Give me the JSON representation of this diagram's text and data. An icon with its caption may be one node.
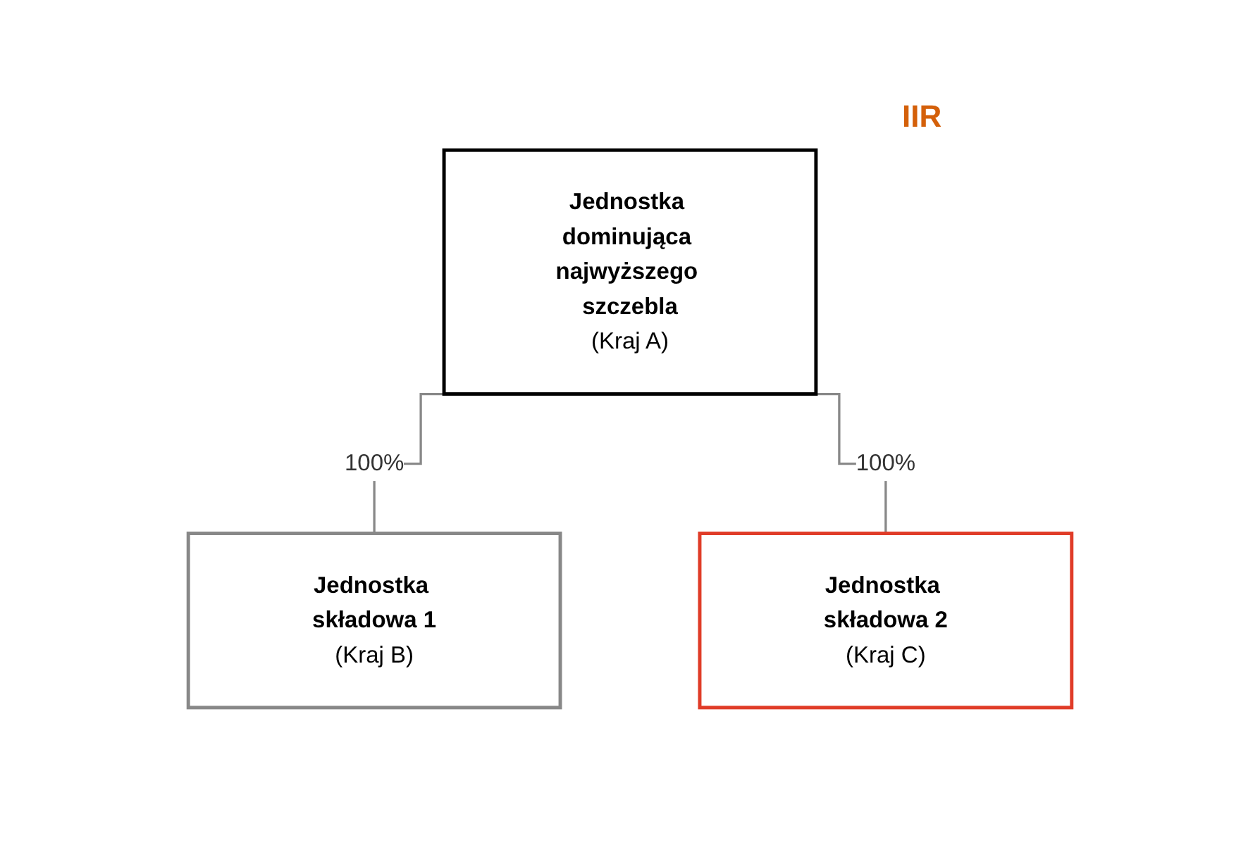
{
  "diagram": {
    "nodes": [
      {
        "text": [
          "Jednostka dominująca najwyższego szczebla",
          "(Kraj A)"
        ],
        "beside": [
          "IIR"
        ]
      },
      {
        "text": [
          "Jednostka składowa 1",
          "(Kraj B)"
        ]
      },
      {
        "text": [
          "Jednostka składowa 2",
          "(Kraj C)"
        ]
      }
    ],
    "edges": [
      {
        "from": 0,
        "to": 1,
        "arrow": "none",
        "label": "100%"
      },
      {
        "from": 0,
        "to": 2,
        "arrow": "none",
        "label": "100%"
      }
    ]
  }
}
